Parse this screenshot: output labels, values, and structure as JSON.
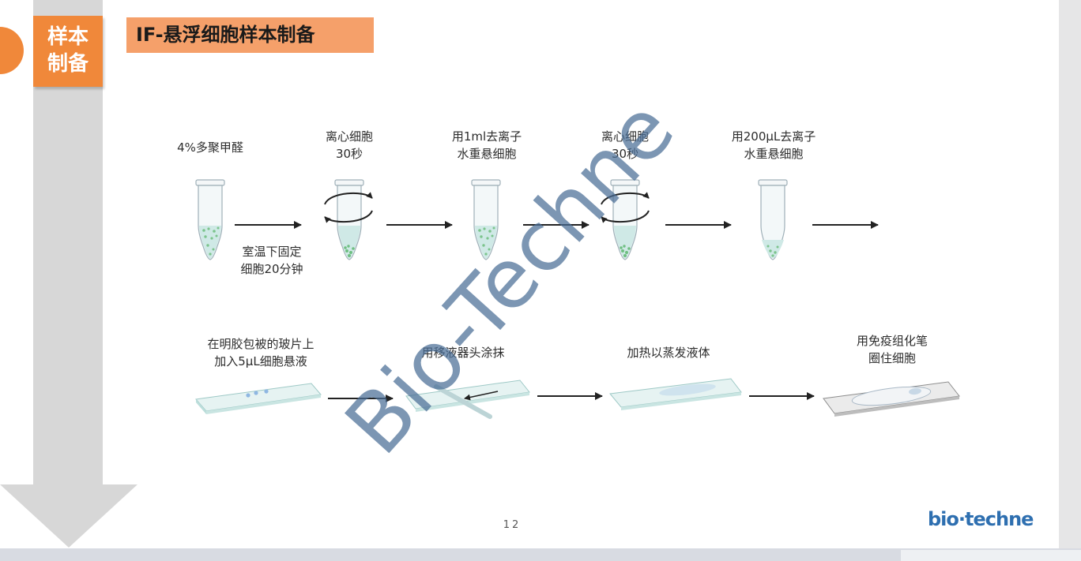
{
  "section": {
    "label_line1": "样本",
    "label_line2": "制备"
  },
  "title": "IF-悬浮细胞样本制备",
  "row1": {
    "step1": "4%多聚甲醛",
    "fix_line1": "室温下固定",
    "fix_line2": "细胞20分钟",
    "step2_line1": "离心细胞",
    "step2_line2": "30秒",
    "step3_line1": "用1ml去离子",
    "step3_line2": "水重悬细胞",
    "step4_line1": "离心细胞",
    "step4_line2": "30秒",
    "step5_line1": "用200μL去离子",
    "step5_line2": "水重悬细胞"
  },
  "row2": {
    "step1_line1": "在明胶包被的玻片上",
    "step1_line2": "加入5μL细胞悬液",
    "step2": "用移液器头涂抹",
    "step3": "加热以蒸发液体",
    "step4_line1": "用免疫组化笔",
    "step4_line2": "圈住细胞"
  },
  "watermark": "Bio-Techne",
  "page_number": "12",
  "logo": "bio·techne",
  "colors": {
    "accent": "#f0883a",
    "title_bg": "#f5a06a",
    "arrow_gray": "#d7d7d7",
    "logo": "#2e6fb0",
    "cells": "#7bc48c"
  }
}
